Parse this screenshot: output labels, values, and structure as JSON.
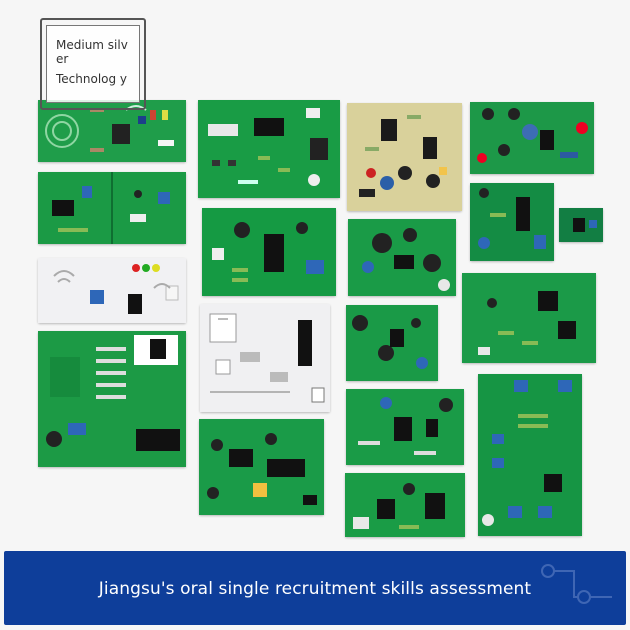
{
  "logo": {
    "line1": "Medium silver",
    "line2": "Technolog y"
  },
  "banner": {
    "text": "Jiangsu's oral single recruitment skills assessment"
  },
  "colors": {
    "banner_bg": "#0e3e9a",
    "board_green": "#159e43",
    "board_white": "#f2f2f4",
    "board_beige": "#d6cf98"
  },
  "boards": [
    {
      "name": "board-ir-sensor",
      "color": "#1f9d4a"
    },
    {
      "name": "board-green-large-top",
      "color": "#199c45"
    },
    {
      "name": "board-beige-555",
      "color": "#d9d19b"
    },
    {
      "name": "board-green-leds",
      "color": "#1d9848"
    },
    {
      "name": "board-double-green",
      "color": "#1b9a45"
    },
    {
      "name": "board-green-ic-center",
      "color": "#159a43"
    },
    {
      "name": "board-green-caps",
      "color": "#1a9b47"
    },
    {
      "name": "board-dark-green-small",
      "color": "#148c44"
    },
    {
      "name": "board-tiny-blue",
      "color": "#127e43"
    },
    {
      "name": "board-white-radio",
      "color": "#f1f1f3"
    },
    {
      "name": "board-white-7seg",
      "color": "#f0f0f2"
    },
    {
      "name": "board-green-caps-2",
      "color": "#1a9a47"
    },
    {
      "name": "board-green-opamp",
      "color": "#1b9a48"
    },
    {
      "name": "board-green-7seg-large",
      "color": "#1c9a45"
    },
    {
      "name": "board-green-diode",
      "color": "#1a9b47"
    },
    {
      "name": "board-green-double-ic",
      "color": "#1a9b48"
    },
    {
      "name": "board-green-bottom",
      "color": "#1a9c46"
    },
    {
      "name": "board-green-tall",
      "color": "#169544"
    }
  ]
}
